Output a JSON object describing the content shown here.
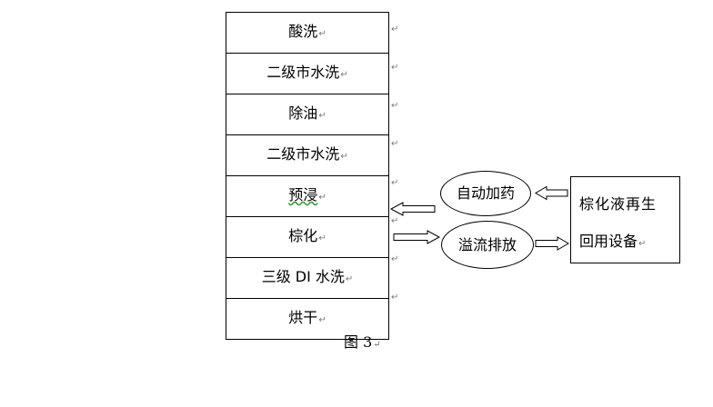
{
  "steps": [
    "酸洗",
    "二级市水洗",
    "除油",
    "二级市水洗",
    "预浸",
    "棕化",
    "三级 DI 水洗",
    "烘干"
  ],
  "paragraph_mark": "↵",
  "dosing_label": "自动加药",
  "overflow_label": "溢流排放",
  "equipment_lines": [
    "棕化液再生",
    "回用设备"
  ],
  "caption": "图 3"
}
